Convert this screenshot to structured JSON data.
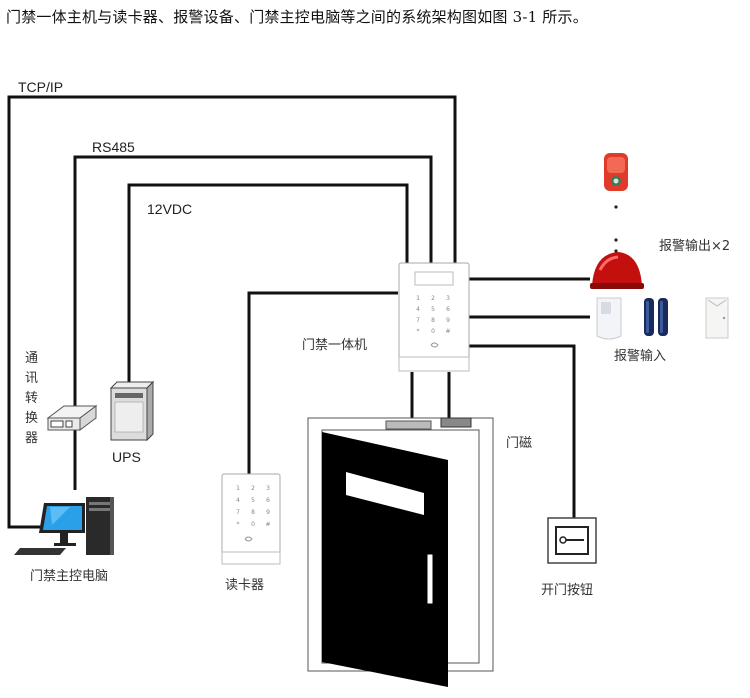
{
  "caption": "门禁一体主机与读卡器、报警设备、门禁主控电脑等之间的系统架构图如图 3-1 所示。",
  "diagram": {
    "connections": {
      "tcpip": "TCP/IP",
      "rs485": "RS485",
      "power": "12VDC"
    },
    "nodes": {
      "controller": "门禁一体机",
      "converter": [
        "通",
        "讯",
        "转",
        "换",
        "器"
      ],
      "ups": "UPS",
      "pc": "门禁主控电脑",
      "reader": "读卡器",
      "door_sensor": "门磁",
      "exit_button": "开门按钮",
      "alarm_output": "报警输出×2",
      "alarm_input": "报警输入"
    },
    "keypad": [
      "1",
      "2",
      "3",
      "4",
      "5",
      "6",
      "7",
      "8",
      "9",
      "*",
      "0",
      "#"
    ],
    "colors": {
      "wire": "#111111",
      "siren": "#d42a1f",
      "beacon": "#c00000",
      "monitor": "#2aa0e8",
      "door": "#000000",
      "detector": "#1a2a5a"
    }
  }
}
